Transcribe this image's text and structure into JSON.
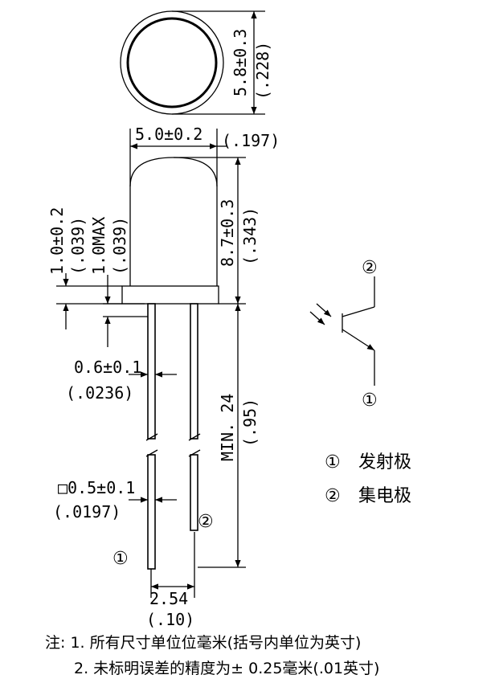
{
  "dimensions": {
    "lens_diameter_mm": "5.8±0.3",
    "lens_diameter_in": "(.228)",
    "body_diameter_mm": "5.0±0.2",
    "body_diameter_in": "(.197)",
    "body_height_mm": "8.7±0.3",
    "body_height_in": "(.343)",
    "flange_height_mm": "1.0±0.2",
    "flange_height_in": "(.039)",
    "flange_max_mm": "1.0MAX",
    "flange_max_in": "(.039)",
    "lead_width_mm": "0.6±0.1",
    "lead_width_in": "(.0236)",
    "lead_square_mm": "□0.5±0.1",
    "lead_square_in": "(.0197)",
    "lead_length_mm": "MIN. 24",
    "lead_length_in": "(.95)",
    "lead_spacing_mm": "2.54",
    "lead_spacing_in": "(.10)"
  },
  "pins": {
    "pin1": "①",
    "pin2": "②"
  },
  "legend": {
    "pin1_marker": "①",
    "pin1_name": "发射极",
    "pin2_marker": "②",
    "pin2_name": "集电极"
  },
  "notes": {
    "line1": "注: 1. 所有尺寸单位位毫米(括号内单位为英寸)",
    "line2": "2. 未标明误差的精度为± 0.25毫米(.01英寸)"
  }
}
